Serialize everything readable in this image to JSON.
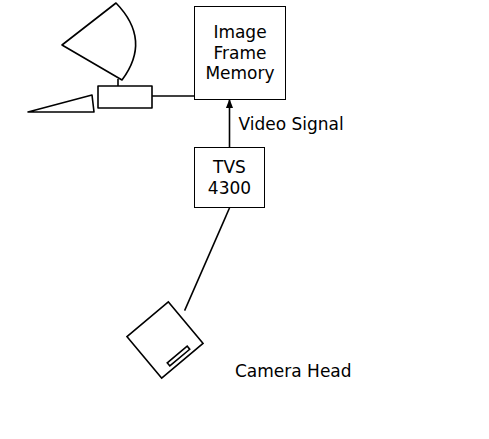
{
  "diagram": {
    "nodes": [
      {
        "text": [
          "Image Frame Memory"
        ]
      },
      {
        "text": [
          "TVS 4300"
        ]
      },
      {
        "text": [
          "Camera Head"
        ]
      }
    ],
    "edges": [
      {
        "from": 1,
        "to": 0,
        "arrow": "to",
        "label": "Video Signal"
      },
      {
        "from": 2,
        "to": 1,
        "arrow": "none"
      }
    ]
  }
}
